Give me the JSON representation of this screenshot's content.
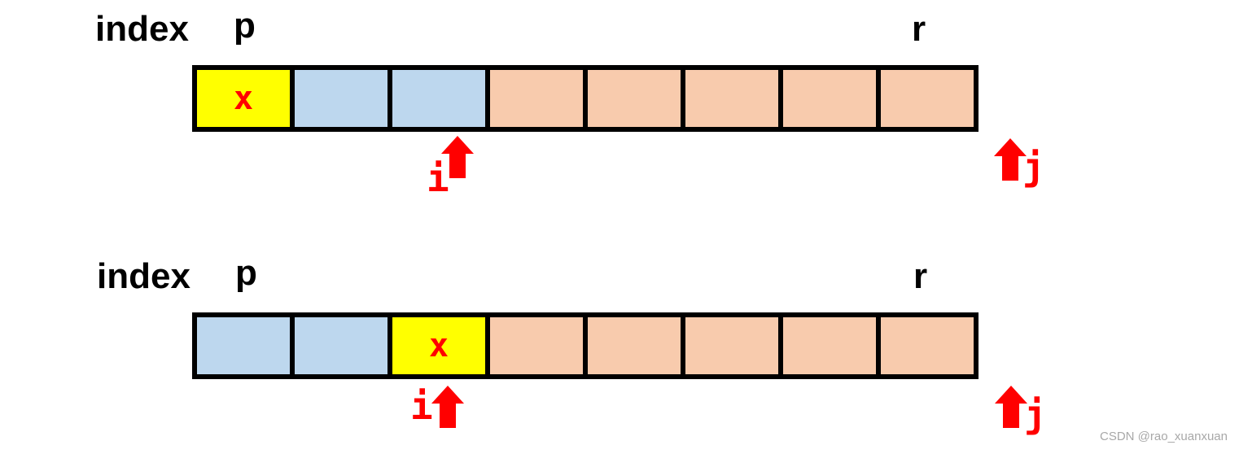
{
  "colors": {
    "pivot": "#ffff00",
    "less": "#bdd7ee",
    "greater": "#f8cbad",
    "pointer": "#ff0000"
  },
  "states": [
    {
      "labels": {
        "index": "index",
        "p": "p",
        "r": "r"
      },
      "cells": [
        {
          "kind": "pivot",
          "text": "x"
        },
        {
          "kind": "less",
          "text": ""
        },
        {
          "kind": "less",
          "text": ""
        },
        {
          "kind": "greater",
          "text": ""
        },
        {
          "kind": "greater",
          "text": ""
        },
        {
          "kind": "greater",
          "text": ""
        },
        {
          "kind": "greater",
          "text": ""
        },
        {
          "kind": "greater",
          "text": ""
        }
      ],
      "pointers": {
        "i": "i",
        "j": "j"
      }
    },
    {
      "labels": {
        "index": "index",
        "p": "p",
        "r": "r"
      },
      "cells": [
        {
          "kind": "less",
          "text": ""
        },
        {
          "kind": "less",
          "text": ""
        },
        {
          "kind": "pivot",
          "text": "x"
        },
        {
          "kind": "greater",
          "text": ""
        },
        {
          "kind": "greater",
          "text": ""
        },
        {
          "kind": "greater",
          "text": ""
        },
        {
          "kind": "greater",
          "text": ""
        },
        {
          "kind": "greater",
          "text": ""
        }
      ],
      "pointers": {
        "i": "i",
        "j": "j"
      }
    }
  ],
  "watermark": "CSDN @rao_xuanxuan"
}
